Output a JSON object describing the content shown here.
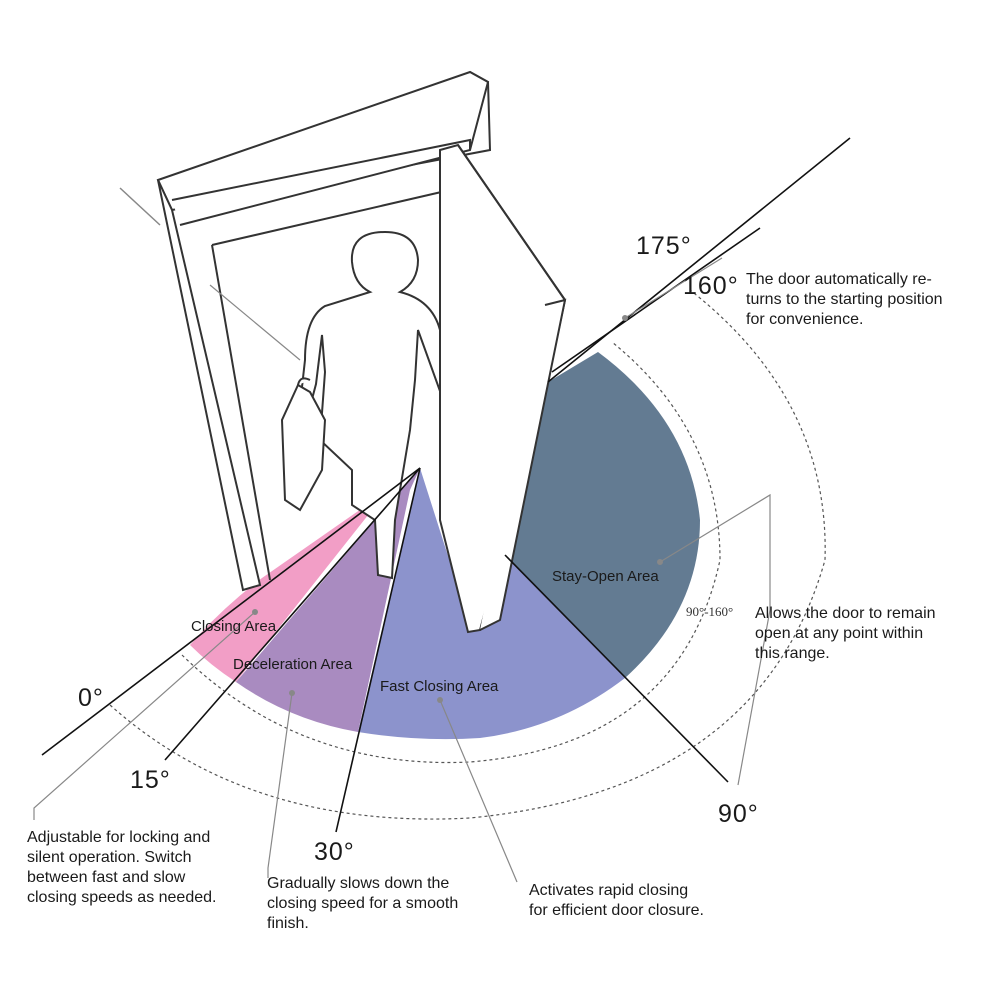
{
  "angles": {
    "a0": "0°",
    "a15": "15°",
    "a30": "30°",
    "a90": "90°",
    "a160": "160°",
    "a175": "175°",
    "range": "90°-160°"
  },
  "zones": {
    "closing": "Closing Area",
    "deceleration": "Deceleration Area",
    "fast_closing": "Fast Closing Area",
    "stay_open": "Stay-Open Area"
  },
  "notes": {
    "auto_return_1": "The door automatically re-",
    "auto_return_2": "turns to the starting position",
    "auto_return_3": "for convenience.",
    "stay_open_1": "Allows the door to remain",
    "stay_open_2": "open at any point within",
    "stay_open_3": "this range.",
    "closing_1": "Adjustable for locking and",
    "closing_2": "silent operation. Switch",
    "closing_3": "between fast and slow",
    "closing_4": "closing speeds as needed.",
    "decel_1": "Gradually slows down the",
    "decel_2": "closing speed for a smooth",
    "decel_3": "finish.",
    "fast_1": "Activates rapid closing",
    "fast_2": "for efficient door closure."
  },
  "colors": {
    "closing_area": "#f29ec6",
    "deceleration_area": "#a98bc0",
    "fast_closing_area": "#8c93cc",
    "stay_open_area": "#637b92"
  }
}
